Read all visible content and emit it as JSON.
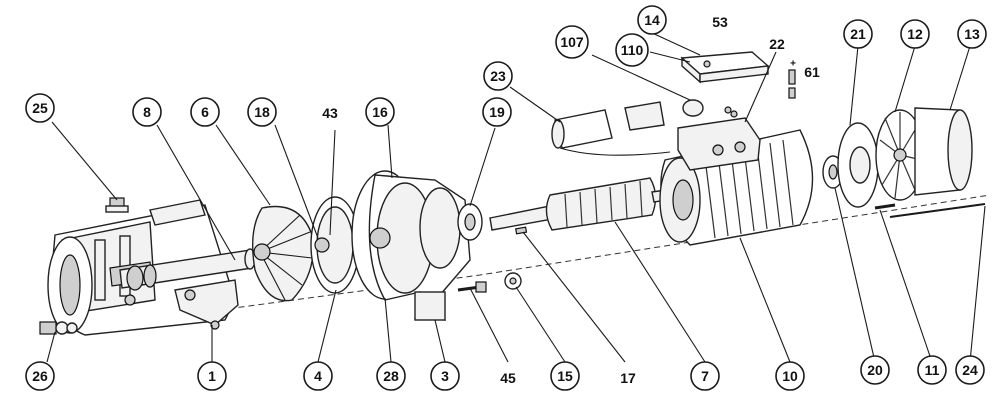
{
  "callouts": {
    "c25": "25",
    "c8": "8",
    "c6": "6",
    "c18": "18",
    "c43": "43",
    "c16": "16",
    "c19": "19",
    "c23": "23",
    "c107": "107",
    "c14": "14",
    "c53": "53",
    "c110": "110",
    "c22": "22",
    "c61": "61",
    "c21": "21",
    "c12": "12",
    "c13": "13",
    "c26": "26",
    "c1": "1",
    "c4": "4",
    "c28": "28",
    "c3": "3",
    "c45": "45",
    "c15": "15",
    "c17": "17",
    "c7": "7",
    "c10": "10",
    "c20": "20",
    "c11": "11",
    "c24": "24"
  }
}
